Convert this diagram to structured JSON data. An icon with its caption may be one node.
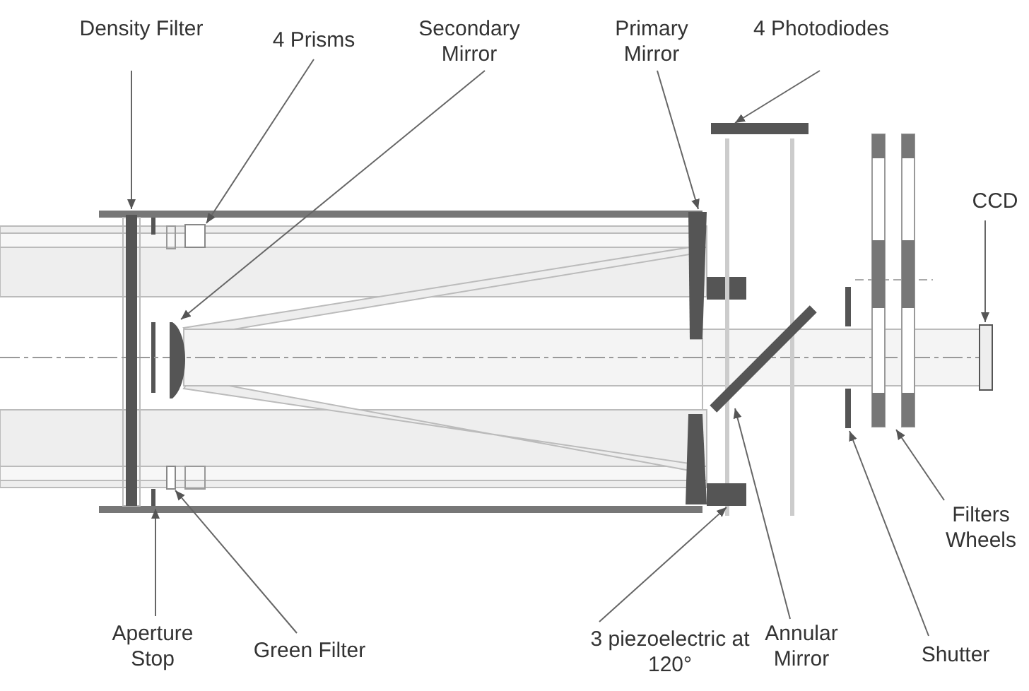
{
  "diagram": {
    "nodes": [
      {
        "text": [
          "Density Filter"
        ]
      },
      {
        "text": [
          "4 Prisms"
        ]
      },
      {
        "text": [
          "Secondary Mirror"
        ]
      },
      {
        "text": [
          "Primary Mirror"
        ]
      },
      {
        "text": [
          "4 Photodiodes"
        ]
      },
      {
        "text": [
          "CCD"
        ]
      },
      {
        "text": [
          "Filters Wheels"
        ]
      },
      {
        "text": [
          "Aperture Stop"
        ]
      },
      {
        "text": [
          "Green Filter"
        ]
      },
      {
        "text": [
          "3 piezoelectric at 120°"
        ]
      },
      {
        "text": [
          "Annular Mirror"
        ]
      },
      {
        "text": [
          "Shutter"
        ]
      },
      {
        "text": [],
        "shape": "bar"
      },
      {
        "text": [],
        "shape": "box"
      },
      {
        "text": [],
        "shape": "bar"
      },
      {
        "text": [],
        "shape": "bar"
      },
      {
        "text": [],
        "shape": "bar"
      },
      {
        "text": [],
        "shape": "bar"
      },
      {
        "text": [],
        "shape": "bar"
      },
      {
        "text": [],
        "shape": "bar"
      },
      {
        "text": [],
        "shape": "box"
      },
      {
        "text": [],
        "shape": "bar"
      },
      {
        "text": [],
        "shape": "bar"
      },
      {
        "text": [],
        "shape": "bar"
      }
    ],
    "edges": [
      {
        "from": 0,
        "to": 12,
        "arrow": "to"
      },
      {
        "from": 1,
        "to": 13,
        "arrow": "to"
      },
      {
        "from": 2,
        "to": 14,
        "arrow": "to"
      },
      {
        "from": 3,
        "to": 15,
        "arrow": "to"
      },
      {
        "from": 4,
        "to": 16,
        "arrow": "to"
      },
      {
        "from": 5,
        "to": 17,
        "arrow": "to"
      },
      {
        "from": 6,
        "to": 18,
        "arrow": "to"
      },
      {
        "from": 7,
        "to": 19,
        "arrow": "to"
      },
      {
        "from": 8,
        "to": 20,
        "arrow": "to"
      },
      {
        "from": 9,
        "to": 21,
        "arrow": "to"
      },
      {
        "from": 10,
        "to": 22,
        "arrow": "to"
      },
      {
        "from": 11,
        "to": 23,
        "arrow": "to"
      }
    ]
  }
}
